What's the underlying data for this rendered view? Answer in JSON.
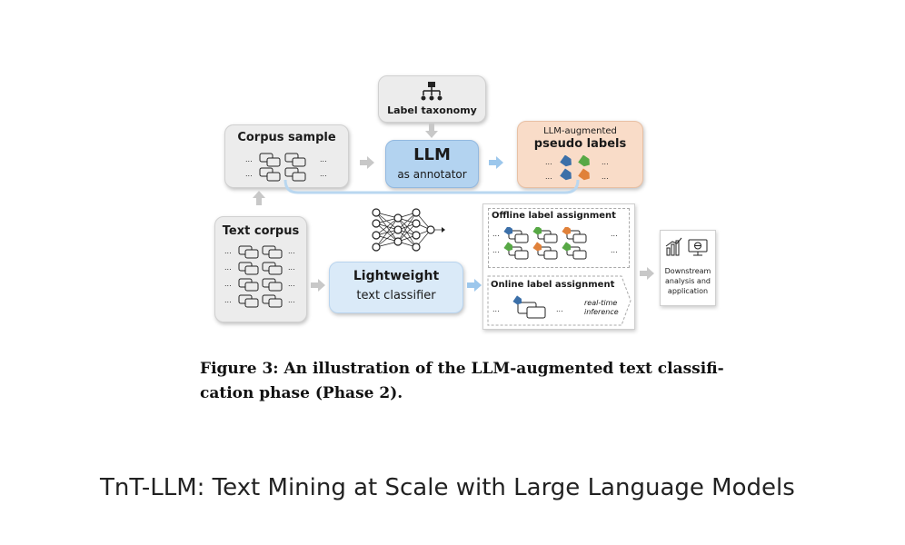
{
  "diagram": {
    "label_taxonomy": "Label taxonomy",
    "corpus_sample": "Corpus sample",
    "llm_title": "LLM",
    "llm_subtitle": "as annotator",
    "pseudo_top": "LLM-augmented",
    "pseudo_bottom": "pseudo labels",
    "text_corpus": "Text corpus",
    "classifier_title": "Lightweight",
    "classifier_subtitle": "text classifier",
    "offline": "Offline label assignment",
    "online": "Online label assignment",
    "realtime_1": "real-time",
    "realtime_2": "inference",
    "downstream_1": "Downstream",
    "downstream_2": "analysis and",
    "downstream_3": "application",
    "ellipsis": "..."
  },
  "caption": {
    "line1": "Figure 3: An illustration of the LLM-augmented text classifi-",
    "line2": "cation phase (Phase 2)."
  },
  "page_title": "TnT-LLM: Text Mining at Scale with Large Language Models",
  "colors": {
    "arrow_gray": "#c8c8c8",
    "arrow_blue": "#9cc7ec",
    "tag_blue": "#3b6fa8",
    "tag_green": "#57a845",
    "tag_orange": "#e0813a"
  }
}
